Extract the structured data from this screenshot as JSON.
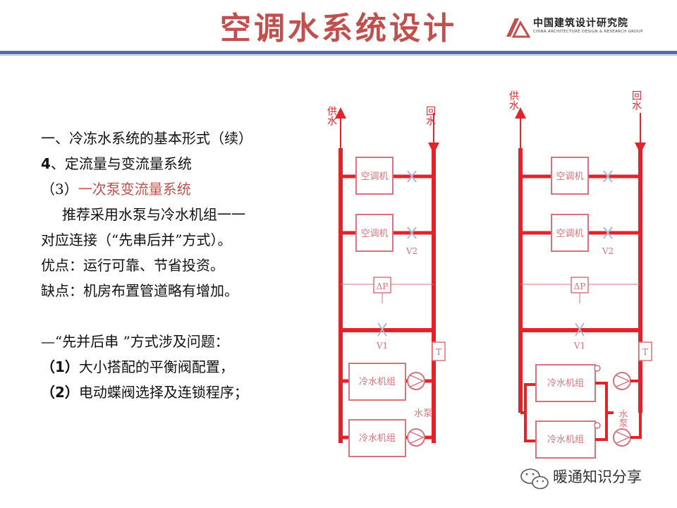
{
  "header": {
    "title": "空调水系统设计",
    "logo_cn": "中国建筑设计研究院",
    "logo_en": "CHINA ARCHITECTURE DESIGN & RESEARCH GROUP"
  },
  "content": {
    "l1": "一、冷冻水系统的基本形式（续）",
    "l2_num": "4",
    "l2_text": "、定流量与变流量系统",
    "l3_num": "（3）",
    "l3_text": "一次泵变流量系统",
    "l4": "推荐采用水泵与冷水机组一一",
    "l5": "对应连接（“先串后并”方式）。",
    "l6": "优点：运行可靠、节省投资。",
    "l7": "缺点：机房布置管道略有增加。",
    "l8": "—“先并后串 ”方式涉及问题：",
    "l9_num": "（1）",
    "l9_text": "大小搭配的平衡阀配置，",
    "l10_num": "（2）",
    "l10_text": "电动蝶阀选择及连锁程序；"
  },
  "diagram": {
    "supply": "供水",
    "return": "回水",
    "ahu": "空调机",
    "chiller": "冷水机组",
    "pump": "水泵",
    "dp": "ΔP",
    "v1": "V1",
    "v2": "V2",
    "t": "T"
  },
  "watermark": "暖通知识分享",
  "colors": {
    "title": "#c0504d",
    "pipe": "#e2232a",
    "equipment": "#d9727a",
    "rule": "#4f6ea8"
  }
}
